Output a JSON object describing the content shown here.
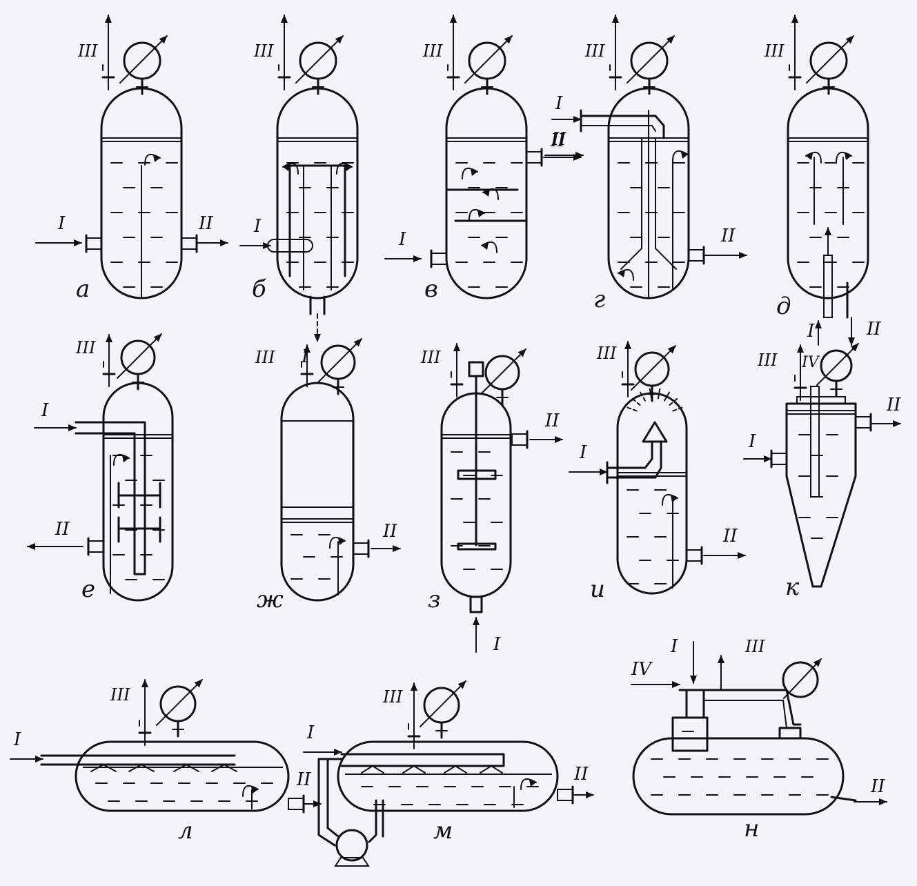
{
  "streams": {
    "I": "I",
    "II": "II",
    "III": "III",
    "IV": "IV"
  },
  "variants": [
    {
      "id": "a",
      "label": "а"
    },
    {
      "id": "b",
      "label": "б"
    },
    {
      "id": "v",
      "label": "в"
    },
    {
      "id": "g",
      "label": "г"
    },
    {
      "id": "d",
      "label": "д"
    },
    {
      "id": "e",
      "label": "е"
    },
    {
      "id": "zh",
      "label": "ж"
    },
    {
      "id": "z",
      "label": "з"
    },
    {
      "id": "i",
      "label": "и"
    },
    {
      "id": "k",
      "label": "к"
    },
    {
      "id": "l",
      "label": "л"
    },
    {
      "id": "m",
      "label": "м"
    },
    {
      "id": "n",
      "label": "н"
    }
  ]
}
